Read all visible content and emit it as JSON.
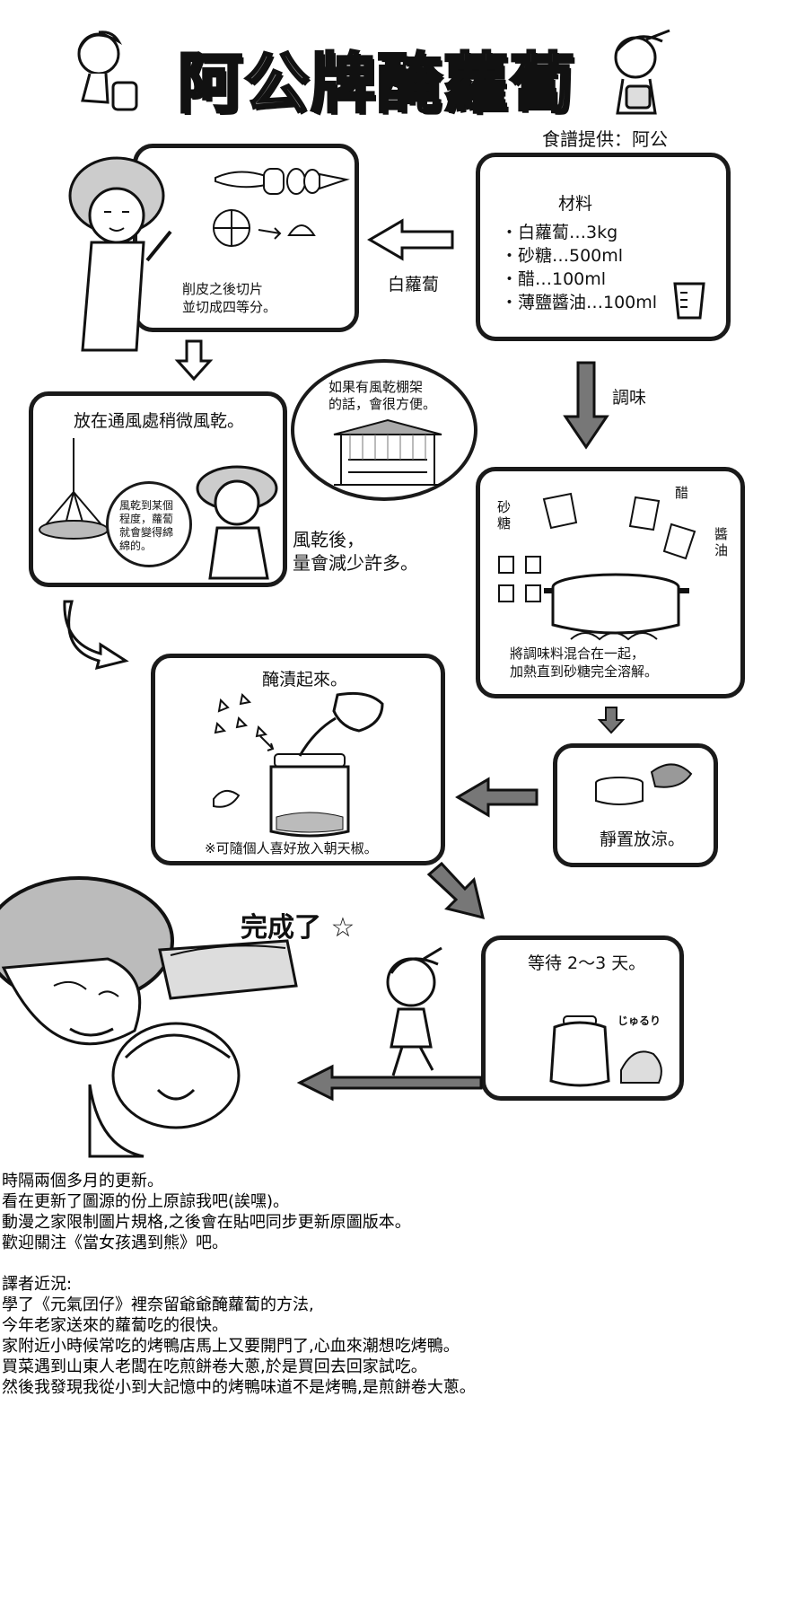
{
  "title": "阿公牌醃蘿蔔",
  "credit": "食譜提供：阿公",
  "steps": {
    "ingredients": {
      "heading": "材料",
      "items": [
        "・白蘿蔔…3kg",
        "・砂糖…500ml",
        "・醋…100ml",
        "・薄鹽醬油…100ml"
      ]
    },
    "arrow_label_radish": "白蘿蔔",
    "cut": "削皮之後切片\n並切成四等分。",
    "season_label": "調味",
    "dry": "放在通風處稍微風乾。",
    "dry_bubble": "風乾到某個\n程度，蘿蔔\n就會變得綿\n綿的。",
    "rack_bubble": "如果有風乾棚架\n的話，會很方便。",
    "dry_note": "風乾後，\n量會減少許多。",
    "pot_labels": {
      "sugar": "砂\n糖",
      "vinegar": "醋",
      "soy": "醬\n油"
    },
    "mix": "將調味料混合在一起，\n加熱直到砂糖完全溶解。",
    "cool": "靜置放涼。",
    "pickle_title": "醃漬起來。",
    "pickle_note": "※可隨個人喜好放入朝天椒。",
    "wait": "等待 2～3 天。",
    "sfx": "じゅるり",
    "done": "完成了 ☆"
  },
  "notes": [
    "時隔兩個多月的更新。",
    "看在更新了圖源的份上原諒我吧(誒嘿)。",
    "動漫之家限制圖片規格,之後會在貼吧同步更新原圖版本。",
    "歡迎關注《當女孩遇到熊》吧。",
    "",
    "譯者近況:",
    "學了《元氣囝仔》裡奈留爺爺醃蘿蔔的方法,",
    "今年老家送來的蘿蔔吃的很快。",
    "家附近小時候常吃的烤鴨店馬上又要開門了,心血來潮想吃烤鴨。",
    "買菜遇到山東人老闆在吃煎餅卷大蔥,於是買回去回家試吃。",
    "然後我發現我從小到大記憶中的烤鴨味道不是烤鴨,是煎餅卷大蔥。"
  ]
}
